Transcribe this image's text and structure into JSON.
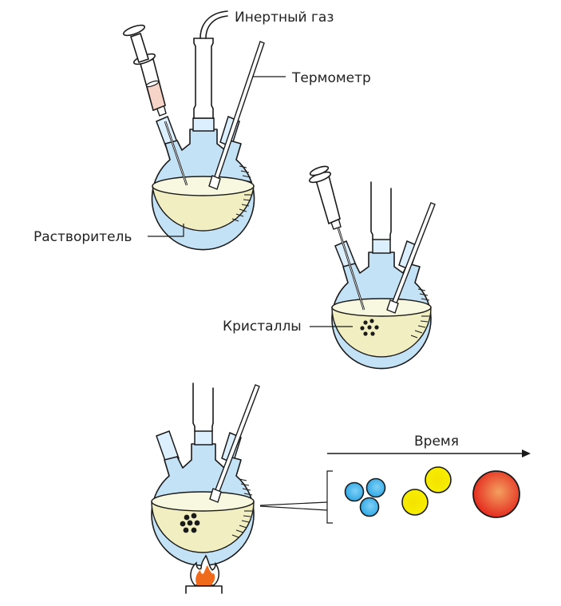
{
  "diagram": {
    "title": "",
    "colors": {
      "glass": "#c4e2f6",
      "glass_light": "#dcefff",
      "solution": "#f1efc2",
      "solution_surface": "#f8f7df",
      "syringe_liquid": "#f6d4c8",
      "crystal": "#1a1a1a",
      "flame_outer": "#ffffff",
      "flame_inner": "#f06a1c",
      "blue_particle": "#3aaee8",
      "yellow_particle": "#f4e800",
      "red_particle_edge": "#e3231a",
      "red_particle_center": "#f39c5a",
      "outline": "#1a1a1a"
    },
    "labels": {
      "inert_gas": "Инертный газ",
      "thermometer": "Термометр",
      "solvent": "Растворитель",
      "crystals": "Кристаллы",
      "time": "Время"
    },
    "stages": [
      {
        "name": "flask-1",
        "contents": "solvent",
        "attachments": [
          "syringe-with-liquid",
          "inert-gas-inlet",
          "thermometer"
        ]
      },
      {
        "name": "flask-2",
        "contents": "solvent-with-crystals",
        "attachments": [
          "empty-syringe",
          "gas-inlet",
          "thermometer"
        ]
      },
      {
        "name": "flask-3",
        "contents": "solution-with-crystals",
        "attachments": [
          "gas-inlet",
          "thermometer",
          "stopper"
        ],
        "heating": "burner-flame"
      }
    ],
    "time_progression": [
      {
        "stage": "early",
        "particles": 3,
        "size": "small",
        "color": "blue"
      },
      {
        "stage": "middle",
        "particles": 2,
        "size": "medium",
        "color": "yellow"
      },
      {
        "stage": "late",
        "particles": 1,
        "size": "large",
        "color": "red-orange"
      }
    ]
  }
}
